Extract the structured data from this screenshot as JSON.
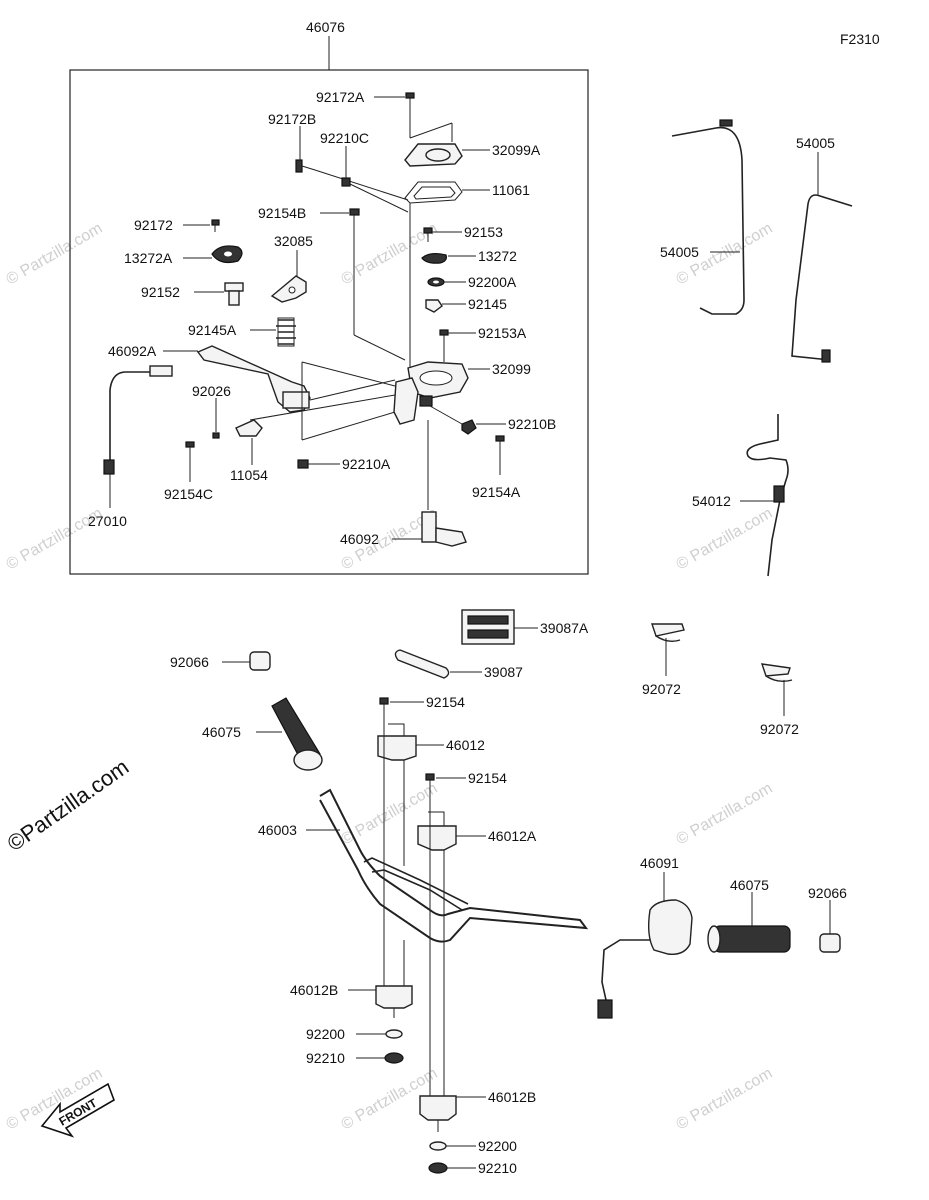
{
  "figure_code": "F2310",
  "front_label": "FRONT",
  "copyright_big": "©Partzilla.com",
  "watermark_text": "© Partzilla.com",
  "labels": {
    "p46076": "46076",
    "p92172A": "92172A",
    "p92172B": "92172B",
    "p92210C": "92210C",
    "p32099A": "32099A",
    "p11061": "11061",
    "p92172": "92172",
    "p92154B": "92154B",
    "p92153": "92153",
    "p32085": "32085",
    "p13272A": "13272A",
    "p13272": "13272",
    "p92200A": "92200A",
    "p92152": "92152",
    "p92145": "92145",
    "p92145A": "92145A",
    "p92153A": "92153A",
    "p46092A": "46092A",
    "p32099": "32099",
    "p92026": "92026",
    "p92210B": "92210B",
    "p92154C": "92154C",
    "p11054": "11054",
    "p92210A": "92210A",
    "p92154A": "92154A",
    "p27010": "27010",
    "p46092": "46092",
    "p54005a": "54005",
    "p54005b": "54005",
    "p54012": "54012",
    "p39087A": "39087A",
    "p92066a": "92066",
    "p39087": "39087",
    "p92072a": "92072",
    "p92154a": "92154",
    "p46075a": "46075",
    "p46012": "46012",
    "p92072b": "92072",
    "p92154b": "92154",
    "p46003": "46003",
    "p46012A": "46012A",
    "p46091": "46091",
    "p46075b": "46075",
    "p92066b": "92066",
    "p46012Ba": "46012B",
    "p92200a": "92200",
    "p92210a": "92210",
    "p46012Bb": "46012B",
    "p92200b": "92200",
    "p92210b": "92210"
  }
}
